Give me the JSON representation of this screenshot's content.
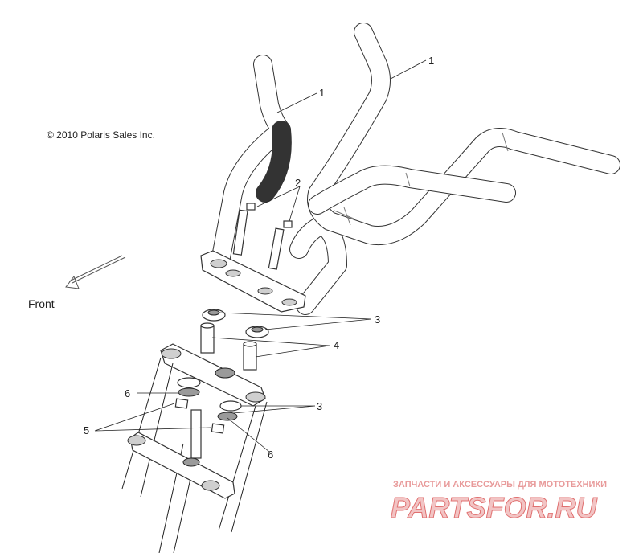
{
  "copyright": "© 2010 Polaris Sales Inc.",
  "front_label": "Front",
  "callouts": {
    "c1a": "1",
    "c1b": "1",
    "c2": "2",
    "c3a": "3",
    "c3b": "3",
    "c4": "4",
    "c5": "5",
    "c6a": "6",
    "c6b": "6"
  },
  "watermark": {
    "tagline": "ЗАПЧАСТИ И АКСЕССУАРЫ ДЛЯ МОТОТЕХНИКИ",
    "logo": "PARTSFOR.RU"
  }
}
